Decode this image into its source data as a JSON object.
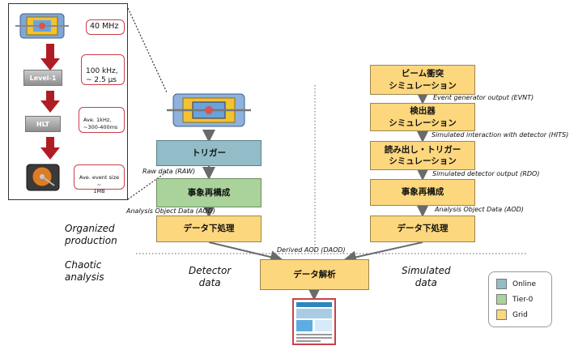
{
  "trigger_inset": {
    "rate_40mhz": "40 MHz",
    "level1_label": "Level-1",
    "level1_rate": "100 kHz,\n~ 2.5 μs",
    "hlt_label": "HLT",
    "hlt_rate": "Ave. 1kHz,\n~300-400ms",
    "event_size": "Ave. event size ~\n1MB"
  },
  "detector_chain": {
    "trigger": "トリガー",
    "raw_label": "Raw data (RAW)",
    "reco": "事象再構成",
    "aod_label": "Analysis Object Data (AOD)",
    "derivation": "データ下処理"
  },
  "simulated_chain": {
    "event_sim": "ビーム衝突\nシミュレーション",
    "evnt_label": "Event generator output (EVNT)",
    "detector_sim": "検出器\nシミュレーション",
    "hits_label": "Simulated interaction with detector (HITS)",
    "readout_sim": "読み出し・トリガー\nシミュレーション",
    "rdo_label": "Simulated detector output (RDO)",
    "reco": "事象再構成",
    "aod_label": "Analysis Object Data (AOD)",
    "derivation": "データ下処理"
  },
  "merge": {
    "daod_label": "Derived AOD (DAOD)",
    "analysis": "データ解析"
  },
  "sections": {
    "organized": "Organized\nproduction",
    "chaotic": "Chaotic\nanalysis",
    "detector_data": "Detector\ndata",
    "simulated_data": "Simulated\ndata"
  },
  "legend": {
    "items": [
      {
        "label": "Online",
        "color": "#91bcc8"
      },
      {
        "label": "Tier-0",
        "color": "#a9d39a"
      },
      {
        "label": "Grid",
        "color": "#fdd77e"
      }
    ]
  },
  "colors": {
    "online": "#91bcc8",
    "tier0": "#a9d39a",
    "grid": "#fdd77e",
    "inset_arrow": "#b01c24",
    "callout_border": "#c9404a"
  }
}
